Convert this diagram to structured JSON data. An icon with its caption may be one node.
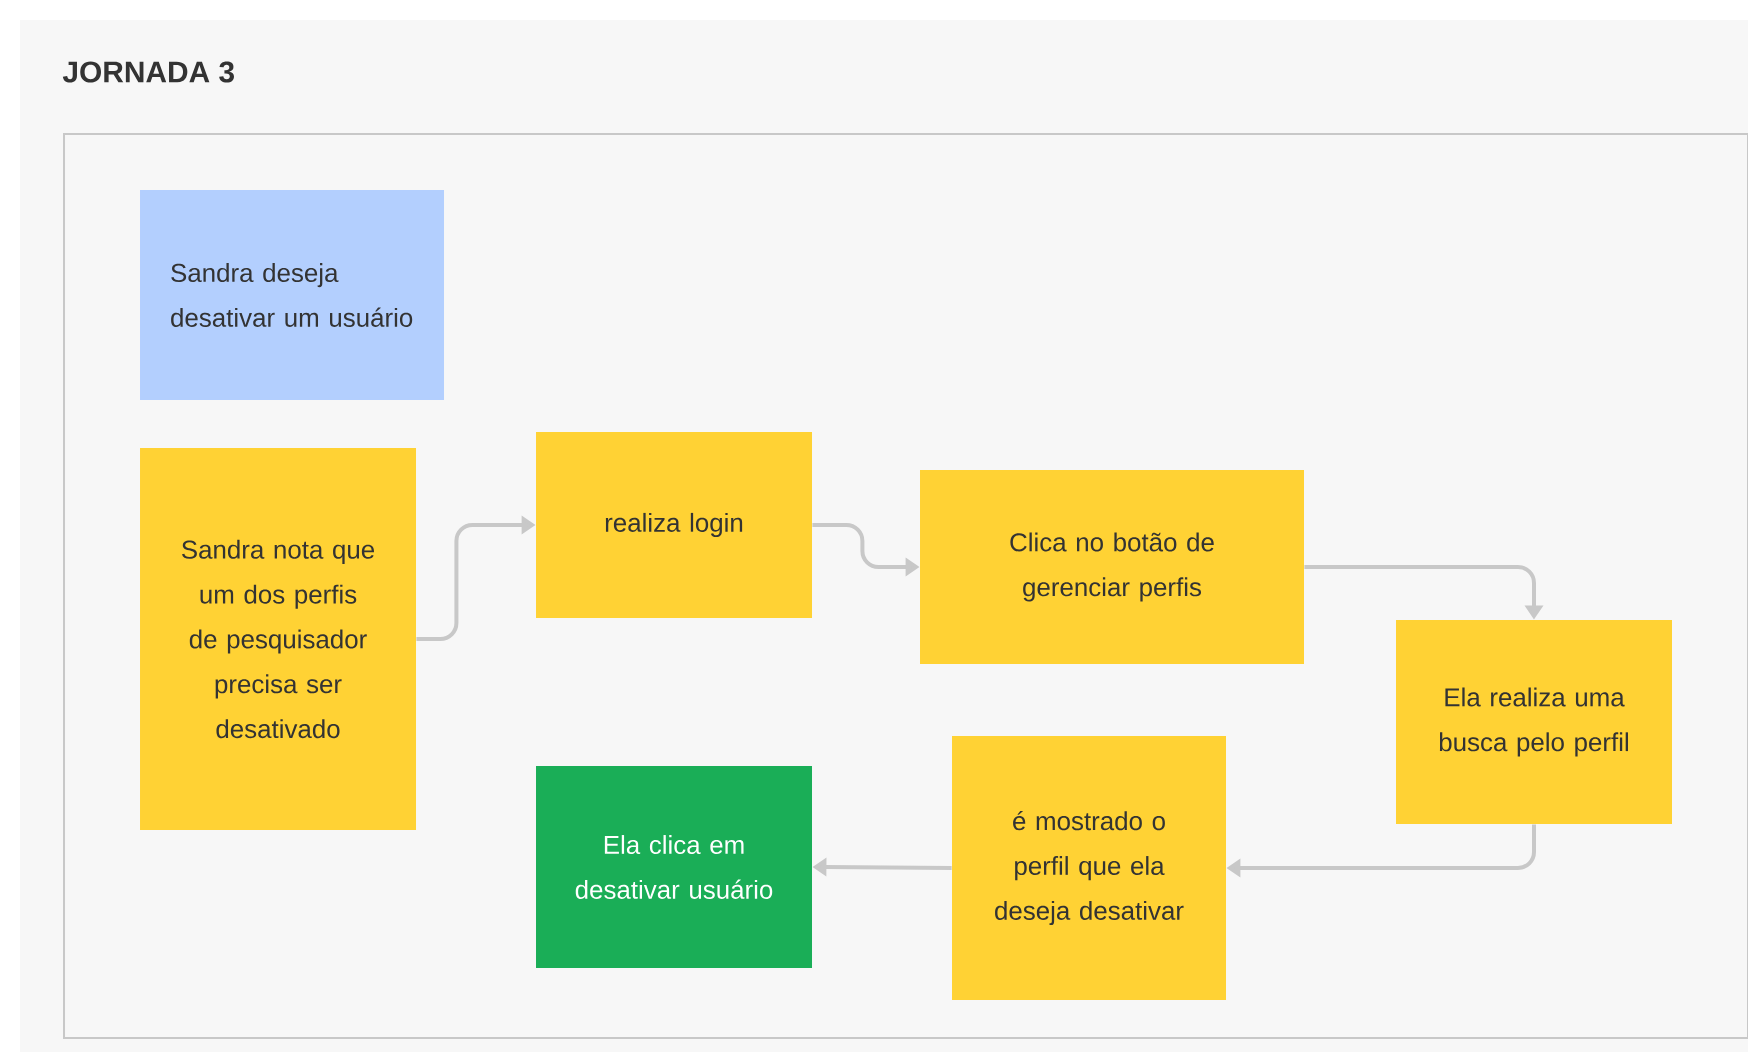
{
  "diagram": {
    "title": "JORNADA 3",
    "nodes": [
      {
        "text": [
          "Sandra deseja desativar um usuário"
        ]
      },
      {
        "text": [
          "Sandra nota que um dos perfis de pesquisador precisa ser desativado"
        ]
      },
      {
        "text": [
          "realiza login"
        ]
      },
      {
        "text": [
          "Clica no botão de gerenciar perfis"
        ]
      },
      {
        "text": [
          "Ela realiza uma busca pelo perfil"
        ]
      },
      {
        "text": [
          "é mostrado o perfil que ela deseja desativar"
        ]
      },
      {
        "text": [
          "Ela clica em desativar usuário"
        ]
      }
    ],
    "edges": [
      {
        "from": 1,
        "to": 2,
        "arrow": "to"
      },
      {
        "from": 2,
        "to": 3,
        "arrow": "to"
      },
      {
        "from": 3,
        "to": 4,
        "arrow": "to"
      },
      {
        "from": 4,
        "to": 5,
        "arrow": "to"
      },
      {
        "from": 5,
        "to": 6,
        "arrow": "to"
      }
    ]
  }
}
